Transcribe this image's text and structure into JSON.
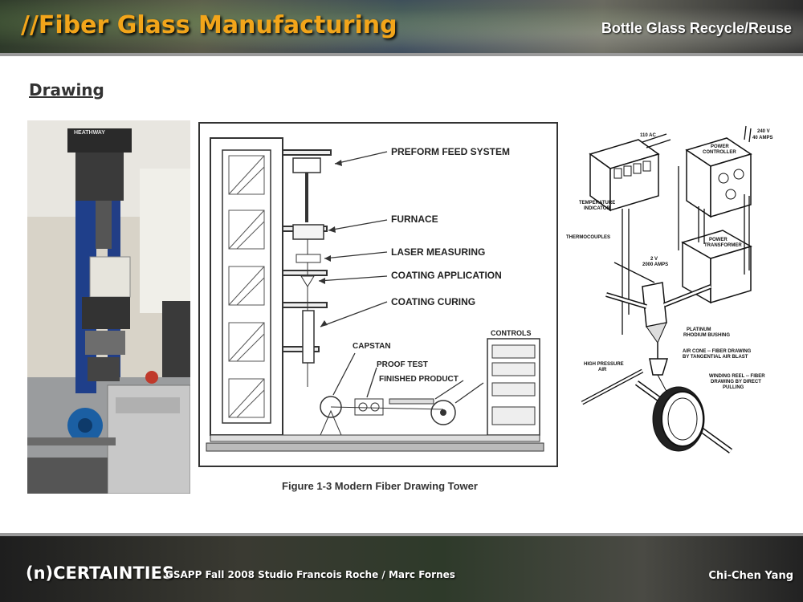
{
  "header": {
    "title": "//Fiber Glass Manufacturing",
    "subtitle": "Bottle Glass Recycle/Reuse"
  },
  "section_title": "Drawing",
  "photo": {
    "brand_label": "HEATHWAY"
  },
  "tower_diagram": {
    "labels": {
      "preform": "PREFORM FEED SYSTEM",
      "furnace": "FURNACE",
      "laser": "LASER MEASURING",
      "coating_app": "COATING APPLICATION",
      "coating_cure": "COATING CURING",
      "capstan": "CAPSTAN",
      "proof": "PROOF TEST",
      "finished": "FINISHED PRODUCT",
      "controls": "CONTROLS"
    },
    "caption": "Figure 1-3 Modern Fiber Drawing Tower"
  },
  "schematic": {
    "labels": {
      "ac": "110 AC",
      "v240": "240 V",
      "amps40": "40 AMPS",
      "power_controller_1": "POWER",
      "power_controller_2": "CONTROLLER",
      "temp_1": "TEMPERATURE",
      "temp_2": "INDICATOR",
      "thermocouples": "THERMOCOUPLES",
      "transformer_1": "POWER",
      "transformer_2": "TRANSFORMER",
      "v2": "2 V",
      "amps2000": "2000 AMPS",
      "bushing_1": "PLATINUM",
      "bushing_2": "RHODIUM BUSHING",
      "air_cone_1": "AIR CONE -- FIBER DRAWING",
      "air_cone_2": "BY TANGENTIAL AIR BLAST",
      "hp_air_1": "HIGH PRESSURE",
      "hp_air_2": "AIR",
      "reel_1": "WINDING REEL -- FIBER",
      "reel_2": "DRAWING BY DIRECT",
      "reel_3": "PULLING"
    }
  },
  "footer": {
    "brand": "(n)CERTAINTIES",
    "course": "GSAPP Fall 2008 Studio Francois Roche / Marc Fornes",
    "author": "Chi-Chen Yang"
  }
}
